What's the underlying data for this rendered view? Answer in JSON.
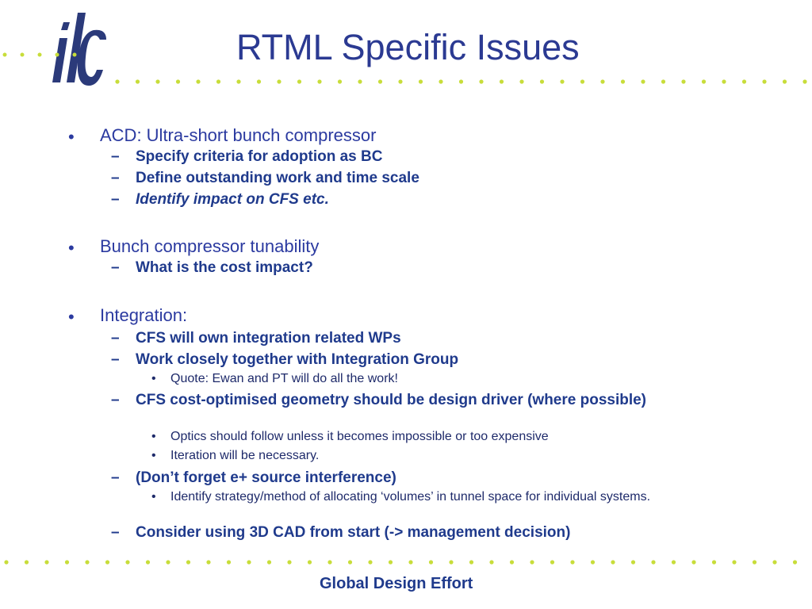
{
  "slide": {
    "title": "RTML Specific Issues",
    "footer": "Global Design Effort",
    "logo_text": "ilc"
  },
  "colors": {
    "title": "#2b3a92",
    "bullet_level1": "#2b3aa0",
    "bullet_level2": "#1f3a8c",
    "bullet_level3": "#1e2a6a",
    "logo_blue": "#2b3a7a",
    "dot_green": "#c8dd3a"
  },
  "sections": [
    {
      "text": "ACD: Ultra-short bunch compressor",
      "items": [
        {
          "text": "Specify criteria for adoption as BC"
        },
        {
          "text": "Define outstanding work and time scale"
        },
        {
          "text": "Identify impact on CFS etc.",
          "italic": true
        }
      ]
    },
    {
      "text": "Bunch compressor tunability",
      "items": [
        {
          "text": "What is the cost impact?"
        }
      ]
    },
    {
      "text": "Integration:",
      "items": [
        {
          "text": "CFS will own integration related WPs"
        },
        {
          "text": "Work closely together with Integration Group",
          "subitems": [
            "Quote: Ewan and PT will do all the work!"
          ]
        },
        {
          "text": "CFS cost-optimised geometry should be design driver (where possible)",
          "subitems": [
            "Optics should follow unless it becomes impossible or too expensive",
            "Iteration will be necessary."
          ]
        },
        {
          "text": "(Don’t forget e+ source interference)",
          "subitems": [
            "Identify strategy/method of allocating ‘volumes’ in tunnel space for individual systems."
          ]
        },
        {
          "text": "Consider using 3D CAD from start (-> management decision)"
        }
      ]
    }
  ]
}
